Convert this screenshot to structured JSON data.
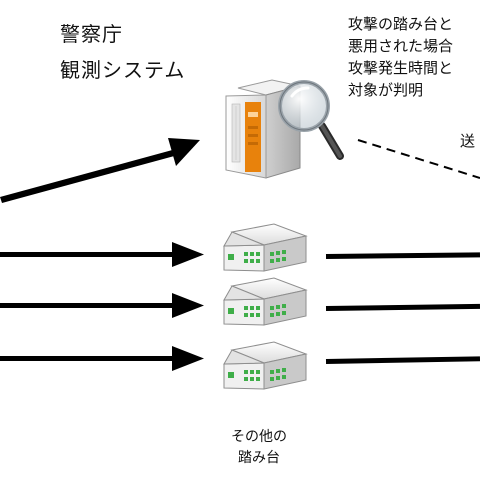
{
  "observation_system": {
    "title_line1": "警察庁",
    "title_line2": "観測システム"
  },
  "annotation": {
    "lines": [
      "攻撃の踏み台と",
      "悪用された場合",
      "攻撃発生時間と",
      "対象が判明"
    ]
  },
  "send_label": "送",
  "other_devices": {
    "caption_line1": "その他の",
    "caption_line2": "踏み台"
  },
  "colors": {
    "arrow": "#000000",
    "server_accent": "#e8820c",
    "server_body": "#e6e6e6",
    "device_led": "#3fae49"
  },
  "icons": [
    "server-icon",
    "magnifier-icon",
    "network-device-icon"
  ]
}
